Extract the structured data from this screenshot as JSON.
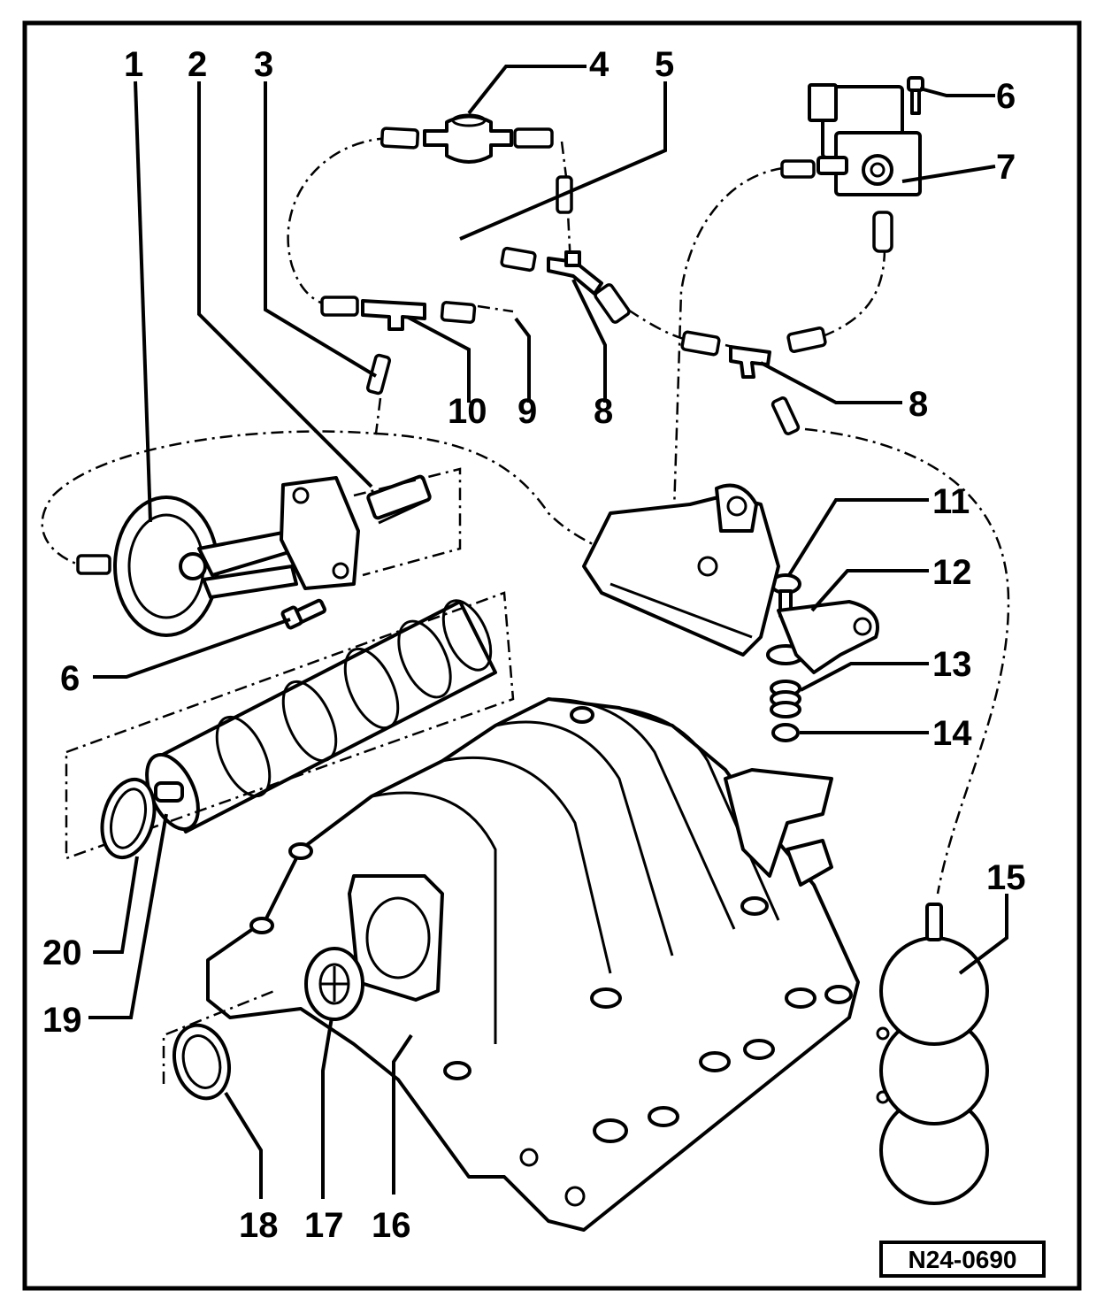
{
  "callouts": [
    "1",
    "2",
    "3",
    "4",
    "5",
    "6",
    "7",
    "8",
    "9",
    "10",
    "11",
    "12",
    "13",
    "14",
    "15",
    "16",
    "17",
    "18",
    "19",
    "20"
  ],
  "reference_code": "N24-0690",
  "colors": {
    "line": "#000000",
    "background": "#ffffff"
  }
}
